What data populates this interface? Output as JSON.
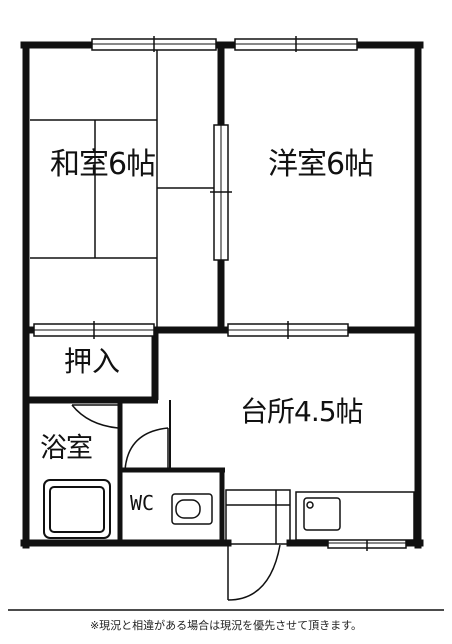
{
  "rooms": {
    "washitsu": "和室6帖",
    "youshitsu": "洋室6帖",
    "oshiire": "押入",
    "daidokoro": "台所4.5帖",
    "yokushitsu": "浴室",
    "wc": "WC"
  },
  "footnote": "※現況と相違がある場合は現況を優先させて頂きます。"
}
